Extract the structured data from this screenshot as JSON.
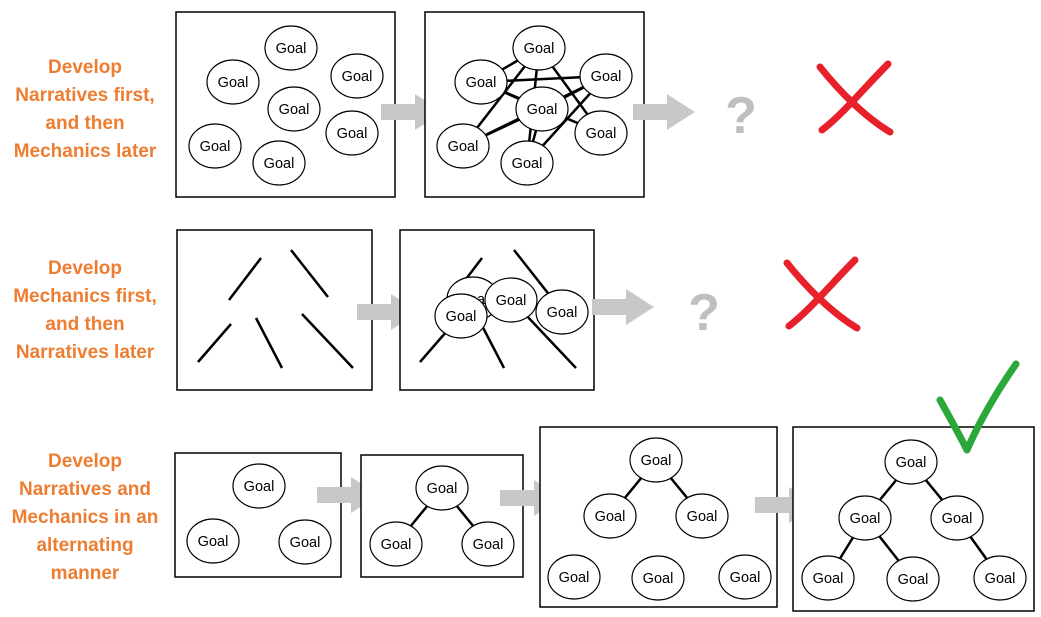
{
  "rows": [
    {
      "label_lines": [
        "Develop",
        "Narratives first,",
        "and then",
        "Mechanics later"
      ],
      "outcome": "cross"
    },
    {
      "label_lines": [
        "Develop",
        "Mechanics first,",
        "and then",
        "Narratives later"
      ],
      "outcome": "cross"
    },
    {
      "label_lines": [
        "Develop",
        "Narratives and",
        "Mechanics in an",
        "alternating",
        "manner"
      ],
      "outcome": "check"
    }
  ],
  "node_text": "Goal",
  "question_mark": "?",
  "colors": {
    "label": "#ed7d31",
    "arrow": "#c8c8c8",
    "question": "#bfbfbf",
    "cross": "#e8202a",
    "check": "#2ca83a",
    "line": "#000000"
  }
}
